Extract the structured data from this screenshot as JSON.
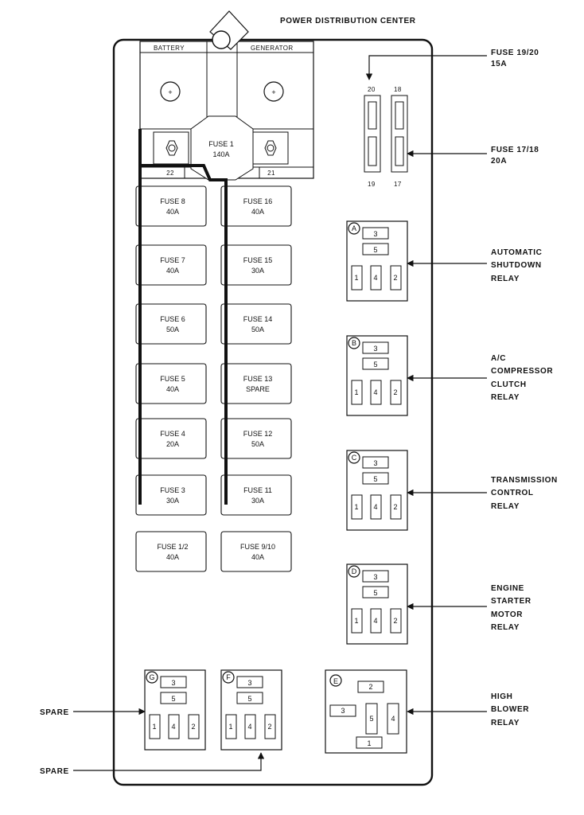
{
  "title": "POWER DISTRIBUTION CENTER",
  "top": {
    "battery": "BATTERY",
    "generator": "GENERATOR",
    "fuse1_name": "FUSE 1",
    "fuse1_amp": "140A",
    "left_num": "22",
    "right_num": "21",
    "plus": "+"
  },
  "mini": {
    "n20": "20",
    "n18": "18",
    "n19": "19",
    "n17": "17"
  },
  "fuses_left": [
    {
      "name": "FUSE 8",
      "amp": "40A"
    },
    {
      "name": "FUSE 7",
      "amp": "40A"
    },
    {
      "name": "FUSE 6",
      "amp": "50A"
    },
    {
      "name": "FUSE 5",
      "amp": "40A"
    },
    {
      "name": "FUSE 4",
      "amp": "20A"
    },
    {
      "name": "FUSE 3",
      "amp": "30A"
    },
    {
      "name": "FUSE 1/2",
      "amp": "40A"
    }
  ],
  "fuses_right": [
    {
      "name": "FUSE 16",
      "amp": "40A"
    },
    {
      "name": "FUSE 15",
      "amp": "30A"
    },
    {
      "name": "FUSE 14",
      "amp": "50A"
    },
    {
      "name": "FUSE 13",
      "amp": "SPARE"
    },
    {
      "name": "FUSE 12",
      "amp": "50A"
    },
    {
      "name": "FUSE 11",
      "amp": "30A"
    },
    {
      "name": "FUSE 9/10",
      "amp": "40A"
    }
  ],
  "relay_pins": {
    "p1": "1",
    "p2": "2",
    "p3": "3",
    "p4": "4",
    "p5": "5"
  },
  "relays": {
    "a": {
      "letter": "A"
    },
    "b": {
      "letter": "B"
    },
    "c": {
      "letter": "C"
    },
    "d": {
      "letter": "D"
    },
    "e": {
      "letter": "E"
    },
    "f": {
      "letter": "F"
    },
    "g": {
      "letter": "G"
    }
  },
  "callouts": {
    "fuse1920": {
      "line1": "FUSE 19/20",
      "line2": "15A"
    },
    "fuse1718": {
      "line1": "FUSE 17/18",
      "line2": "20A"
    },
    "asd": {
      "line1": "AUTOMATIC",
      "line2": "SHUTDOWN",
      "line3": "RELAY"
    },
    "ac": {
      "line1": "A/C",
      "line2": "COMPRESSOR",
      "line3": "CLUTCH",
      "line4": "RELAY"
    },
    "trans": {
      "line1": "TRANSMISSION",
      "line2": "CONTROL",
      "line3": "RELAY"
    },
    "starter": {
      "line1": "ENGINE",
      "line2": "STARTER",
      "line3": "MOTOR",
      "line4": "RELAY"
    },
    "blower": {
      "line1": "HIGH",
      "line2": "BLOWER",
      "line3": "RELAY"
    },
    "spare1": "SPARE",
    "spare2": "SPARE"
  }
}
